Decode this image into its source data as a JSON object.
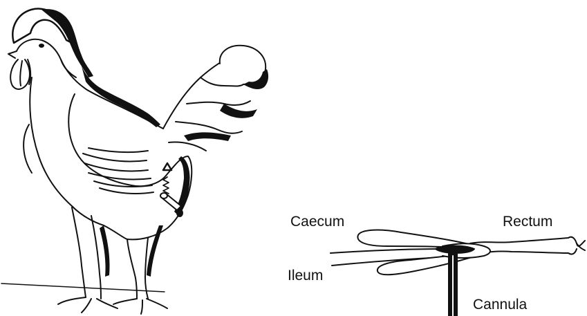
{
  "labels": {
    "caecum": "Caecum",
    "rectum": "Rectum",
    "ileum": "Ileum",
    "cannula": "Cannula"
  },
  "colors": {
    "ink": "#111111",
    "paper": "#ffffff"
  }
}
